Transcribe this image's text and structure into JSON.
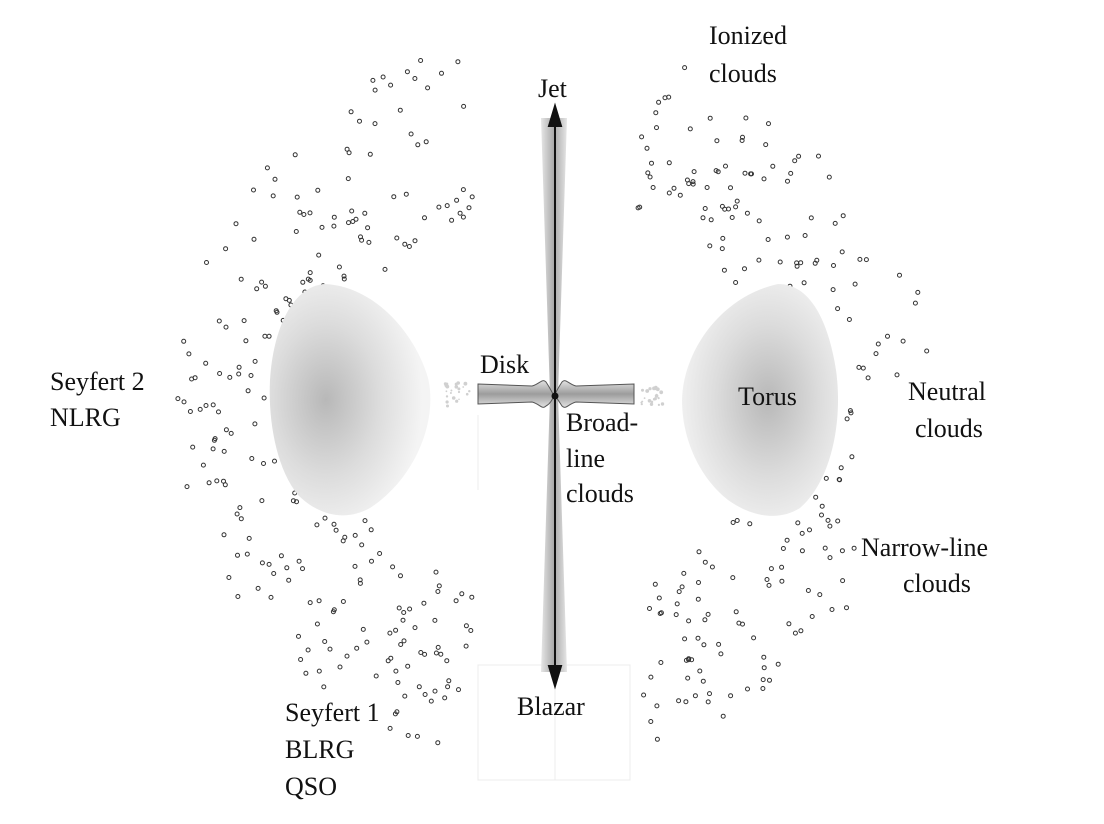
{
  "labels": {
    "jet": "Jet",
    "ionized_clouds_line1": "Ionized",
    "ionized_clouds_line2": "clouds",
    "disk": "Disk",
    "torus": "Torus",
    "broad_line_line1": "Broad-",
    "broad_line_line2": "line",
    "broad_line_line3": "clouds",
    "neutral_line1": "Neutral",
    "neutral_line2": "clouds",
    "narrow_line1": "Narrow-line",
    "narrow_line2": "clouds",
    "seyfert2_line1": "Seyfert 2",
    "seyfert2_line2": "NLRG",
    "blazar": "Blazar",
    "seyfert1_line1": "Seyfert 1",
    "seyfert1_line2": "BLRG",
    "seyfert1_line3": "QSO"
  },
  "colors": {
    "background": "#ffffff",
    "ink": "#111111",
    "torus_center": "#bdbdbd",
    "torus_edge": "#f0f0f0",
    "jet_gray": "#c8c8c8",
    "disk_gray": "#cfcfcf",
    "cloud_outline": "#333333"
  }
}
